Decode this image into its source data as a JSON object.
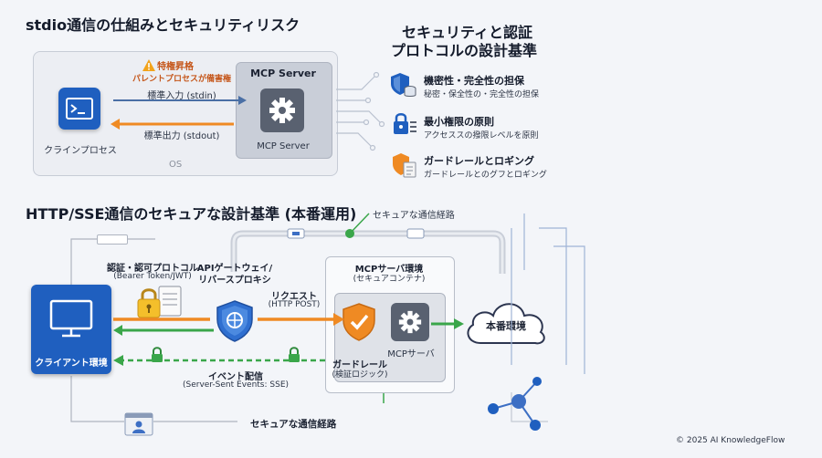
{
  "top": {
    "title": "stdio通信の仕組みとセキュリティリスク",
    "client_label": "クラインプロセス",
    "server_header": "MCP Server",
    "server_label": "MCP Server",
    "stdin_label": "標準入力 (stdin)",
    "stdout_label": "標準出力 (stdout)",
    "warning_title": "特権昇格",
    "warning_sub": "パレントプロセスが備害権",
    "os_label": "OS"
  },
  "right": {
    "title_line1": "セキュリティと認証",
    "title_line2": "プロトコルの設計基準",
    "items": [
      {
        "title": "機密性・完全性の担保",
        "sub": "秘密・保全性の・完全性の担保",
        "icon": "shield-database-icon"
      },
      {
        "title": "最小権限の原則",
        "sub": "アクセススの撥限レベルを原則",
        "icon": "lock-list-icon"
      },
      {
        "title": "ガードレールとロギング",
        "sub": "ガードレールとのグフとロギング",
        "icon": "shield-document-icon"
      }
    ]
  },
  "bottom": {
    "title": "HTTP/SSE通信のセキュアな設計基準 (本番運用)",
    "secure_path_top": "セキュアな通信経路",
    "secure_path_bottom": "セキュアな通信経路",
    "auth_line1": "認証・認可プロトコル",
    "auth_line2": "(Bearer Token/JWT)",
    "gateway_line1": "APIゲートウェイ/",
    "gateway_line2": "リバースプロキシ",
    "request_line1": "リクエスト",
    "request_line2": "(HTTP POST)",
    "env_line1": "MCPサーバ環境",
    "env_line2": "(セキュアコンテナ)",
    "mcp_server_label": "MCPサーバ",
    "guardrail_line1": "ガードレール",
    "guardrail_line2": "(検証ロジック)",
    "event_line1": "イベント配信",
    "event_line2": "(Server-Sent Events: SSE)",
    "client_env": "クライアント環境",
    "prod_env": "本番環境"
  },
  "footer": {
    "copyright": "© 2025 AI KnowledgeFlow"
  },
  "colors": {
    "accent_blue": "#1f5fbf",
    "arrow_orange": "#ef8a23",
    "arrow_green": "#3aa64a",
    "gear_gray": "#596170"
  }
}
